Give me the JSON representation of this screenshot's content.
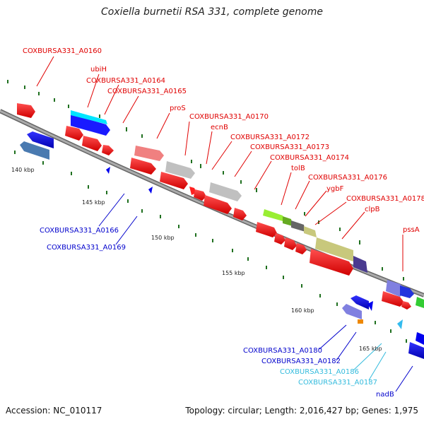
{
  "title": "Coxiella burnetii RSA 331, complete genome",
  "footer": {
    "accession": "Accession: NC_010117",
    "topology": "Topology: circular; Length: 2,016,427 bp; Genes: 1,975"
  },
  "colors": {
    "backbone": "#8c8c8c",
    "forward_label": "#e00000",
    "reverse_label": "#0000cc",
    "other_label": "#33bbdd",
    "tick": "#207020"
  },
  "kbp_ticks": [
    "140 kbp",
    "145 kbp",
    "150 kbp",
    "155 kbp",
    "160 kbp",
    "165 kbp"
  ],
  "gene_labels": [
    {
      "text": "COXBURSA331_A0160",
      "strand": "forward"
    },
    {
      "text": "ubiH",
      "strand": "forward"
    },
    {
      "text": "COXBURSA331_A0164",
      "strand": "forward"
    },
    {
      "text": "COXBURSA331_A0165",
      "strand": "forward"
    },
    {
      "text": "proS",
      "strand": "forward"
    },
    {
      "text": "COXBURSA331_A0170",
      "strand": "forward"
    },
    {
      "text": "ecnB",
      "strand": "forward"
    },
    {
      "text": "COXBURSA331_A0172",
      "strand": "forward"
    },
    {
      "text": "COXBURSA331_A0173",
      "strand": "forward"
    },
    {
      "text": "COXBURSA331_A0174",
      "strand": "forward"
    },
    {
      "text": "tolB",
      "strand": "forward"
    },
    {
      "text": "COXBURSA331_A0176",
      "strand": "forward"
    },
    {
      "text": "ygbF",
      "strand": "forward"
    },
    {
      "text": "COXBURSA331_A0178",
      "strand": "forward"
    },
    {
      "text": "clpB",
      "strand": "forward"
    },
    {
      "text": "pssA",
      "strand": "forward"
    },
    {
      "text": "COXBURSA331_A0166",
      "strand": "reverse"
    },
    {
      "text": "COXBURSA331_A0169",
      "strand": "reverse"
    },
    {
      "text": "COXBURSA331_A0180",
      "strand": "reverse"
    },
    {
      "text": "COXBURSA331_A0182",
      "strand": "reverse"
    },
    {
      "text": "COXBURSA331_A0186",
      "strand": "other"
    },
    {
      "text": "COXBURSA331_A0187",
      "strand": "other"
    },
    {
      "text": "nadB",
      "strand": "reverse"
    }
  ]
}
